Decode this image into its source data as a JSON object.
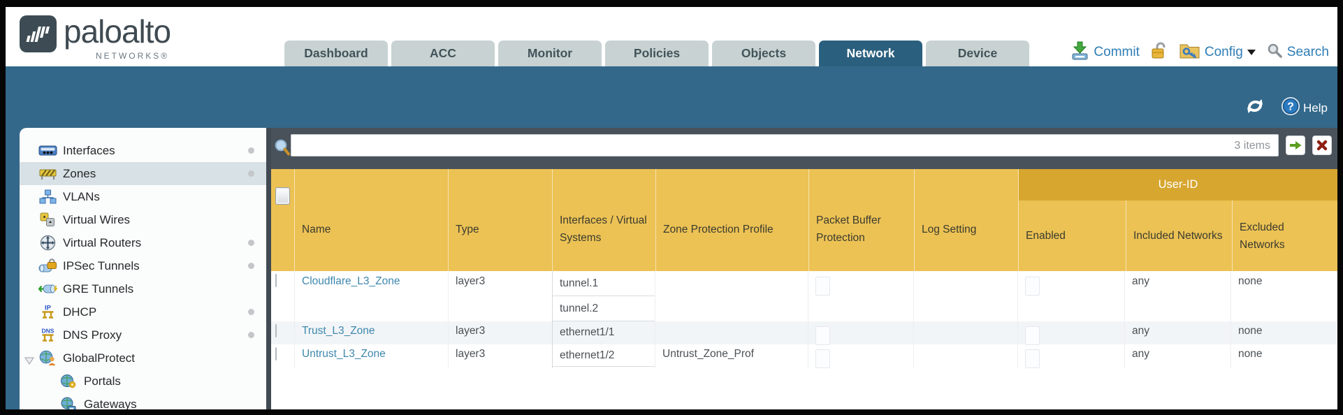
{
  "header": {
    "brand": "paloalto",
    "brand_sub": "NETWORKS®",
    "tabs": [
      {
        "label": "Dashboard",
        "active": false
      },
      {
        "label": "ACC",
        "active": false
      },
      {
        "label": "Monitor",
        "active": false
      },
      {
        "label": "Policies",
        "active": false
      },
      {
        "label": "Objects",
        "active": false
      },
      {
        "label": "Network",
        "active": true
      },
      {
        "label": "Device",
        "active": false
      }
    ],
    "actions": {
      "commit_label": "Commit",
      "config_label": "Config",
      "search_label": "Search"
    }
  },
  "toolbar": {
    "help_label": "Help"
  },
  "sidebar": {
    "items": [
      {
        "label": "Interfaces",
        "icon": "interfaces-icon",
        "selected": false,
        "has_dot": true
      },
      {
        "label": "Zones",
        "icon": "zones-icon",
        "selected": true,
        "has_dot": true
      },
      {
        "label": "VLANs",
        "icon": "vlans-icon",
        "selected": false,
        "has_dot": false
      },
      {
        "label": "Virtual Wires",
        "icon": "virtual-wires-icon",
        "selected": false,
        "has_dot": false
      },
      {
        "label": "Virtual Routers",
        "icon": "virtual-routers-icon",
        "selected": false,
        "has_dot": true
      },
      {
        "label": "IPSec Tunnels",
        "icon": "ipsec-tunnels-icon",
        "selected": false,
        "has_dot": true
      },
      {
        "label": "GRE Tunnels",
        "icon": "gre-tunnels-icon",
        "selected": false,
        "has_dot": false
      },
      {
        "label": "DHCP",
        "icon": "dhcp-icon",
        "selected": false,
        "has_dot": true
      },
      {
        "label": "DNS Proxy",
        "icon": "dns-proxy-icon",
        "selected": false,
        "has_dot": true
      },
      {
        "label": "GlobalProtect",
        "icon": "globalprotect-icon",
        "selected": false,
        "has_dot": false,
        "expanded": true
      },
      {
        "label": "Portals",
        "icon": "portals-icon",
        "selected": false,
        "has_dot": false,
        "child": true
      },
      {
        "label": "Gateways",
        "icon": "gateways-icon",
        "selected": false,
        "has_dot": false,
        "child": true
      }
    ]
  },
  "filter_bar": {
    "value": "",
    "count": "3 items"
  },
  "table": {
    "user_id_header": "User-ID",
    "columns": [
      "Name",
      "Type",
      "Interfaces / Virtual Systems",
      "Zone Protection Profile",
      "Packet Buffer Protection",
      "Log Setting",
      "Enabled",
      "Included Networks",
      "Excluded Networks"
    ],
    "rows": [
      {
        "name": "Cloudflare_L3_Zone",
        "type": "layer3",
        "interfaces": [
          "tunnel.1",
          "tunnel.2"
        ],
        "zone_protection_profile": "",
        "packet_buffer_protection": false,
        "log_setting": "",
        "user_id_enabled": false,
        "included_networks": "any",
        "excluded_networks": "none"
      },
      {
        "name": "Trust_L3_Zone",
        "type": "layer3",
        "interfaces": [
          "ethernet1/1"
        ],
        "zone_protection_profile": "",
        "packet_buffer_protection": false,
        "log_setting": "",
        "user_id_enabled": false,
        "included_networks": "any",
        "excluded_networks": "none"
      },
      {
        "name": "Untrust_L3_Zone",
        "type": "layer3",
        "interfaces": [
          "ethernet1/2"
        ],
        "zone_protection_profile": "Untrust_Zone_Prof",
        "packet_buffer_protection": false,
        "log_setting": "",
        "user_id_enabled": false,
        "included_networks": "any",
        "excluded_networks": "none"
      }
    ]
  },
  "colors": {
    "teal_band": "#33688a",
    "tab_active": "#2b5f7e",
    "tab_inactive": "#c8d2d2",
    "table_header": "#ecc254",
    "user_id_band": "#d7a62f",
    "filter_strip": "#49525a",
    "row_alt": "#f2f5f7",
    "zone_link": "#3e87ad",
    "action_link": "#2e7db5"
  }
}
